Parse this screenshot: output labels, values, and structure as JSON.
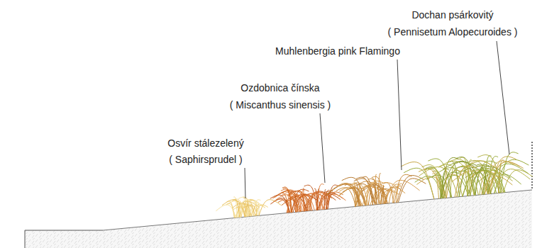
{
  "diagram": {
    "labels": [
      "Dochan psárkovitý",
      "( Pennisetum Alopecuroides )",
      "Muhlenbergia pink Flamingo",
      "Ozdobnica čínska",
      "( Miscanthus sinensis )",
      "Osvír stálezelený",
      "( Saphirsprudel )"
    ]
  }
}
